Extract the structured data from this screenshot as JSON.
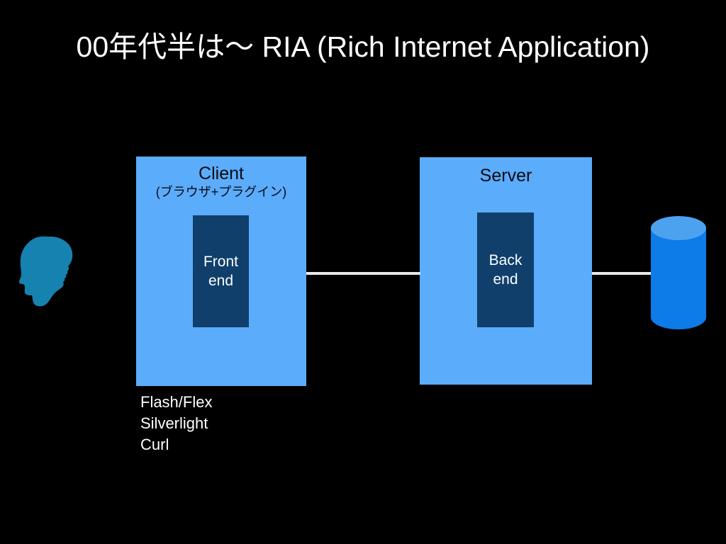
{
  "slide": {
    "title": "00年代半は〜 RIA (Rich Internet Application)",
    "background_color": "#000000",
    "text_color": "#FFFFFF"
  },
  "colors": {
    "container_blue": "#5BACFA",
    "inner_dark_blue": "#103F6C",
    "database_blue": "#0D7BE8",
    "database_top_blue": "#4DA2F0",
    "silhouette_teal": "#1682AF",
    "connector_grey": "#E8E8E8"
  },
  "diagram": {
    "client": {
      "title": "Client",
      "subtitle": "(ブラウザ+プラグイン)",
      "inner": {
        "label": "Front\nend",
        "name": "front-end"
      }
    },
    "server": {
      "title": "Server",
      "inner": {
        "label": "Back\nend",
        "name": "back-end"
      }
    },
    "database": {
      "icon": "database-cylinder-icon"
    },
    "user": {
      "icon": "user-head-silhouette-icon"
    },
    "connectors": [
      {
        "name": "client-to-server",
        "from": "client",
        "to": "server"
      },
      {
        "name": "server-to-database",
        "from": "server",
        "to": "database"
      }
    ]
  },
  "tech_notes": {
    "lines": [
      "Flash/Flex",
      "Silverlight",
      "Curl"
    ]
  }
}
